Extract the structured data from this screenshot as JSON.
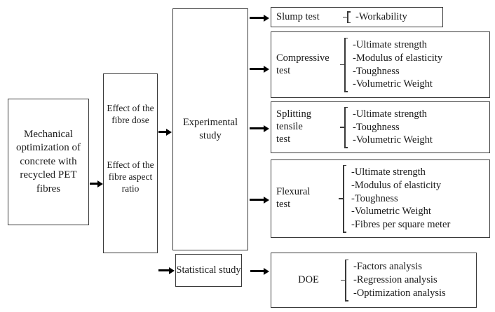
{
  "diagram": {
    "title": "Mechanical optimization of concrete with recycled PET fibres research flowchart",
    "colors": {
      "background": "#ffffff",
      "box_border": "#3a3a3a",
      "text": "#1a1a1a",
      "arrow": "#000000"
    }
  },
  "root": {
    "label": "Mechanical optimization of concrete with recycled PET fibres"
  },
  "factors": {
    "dose_label": "Effect of the fibre dose",
    "aspect_ratio_label": "Effect of the fibre aspect ratio"
  },
  "studies": {
    "experimental": "Experimental study",
    "statistical": "Statistical study"
  },
  "tests": [
    {
      "id": "slump",
      "name": "Slump test",
      "outcomes": [
        "-Workability"
      ]
    },
    {
      "id": "compressive",
      "name": "Compressive\ntest",
      "outcomes": [
        "-Ultimate strength",
        "-Modulus of elasticity",
        "-Toughness",
        "-Volumetric Weight"
      ]
    },
    {
      "id": "splitting-tensile",
      "name": "Splitting\ntensile\ntest",
      "outcomes": [
        "-Ultimate strength",
        "-Toughness",
        "-Volumetric Weight"
      ]
    },
    {
      "id": "flexural",
      "name": "Flexural\ntest",
      "outcomes": [
        "-Ultimate strength",
        "-Modulus of elasticity",
        "-Toughness",
        "-Volumetric Weight",
        "-Fibres per square meter"
      ]
    }
  ],
  "statistical_methods": {
    "name": "DOE",
    "outcomes": [
      "-Factors analysis",
      "-Regression analysis",
      "-Optimization analysis"
    ]
  }
}
